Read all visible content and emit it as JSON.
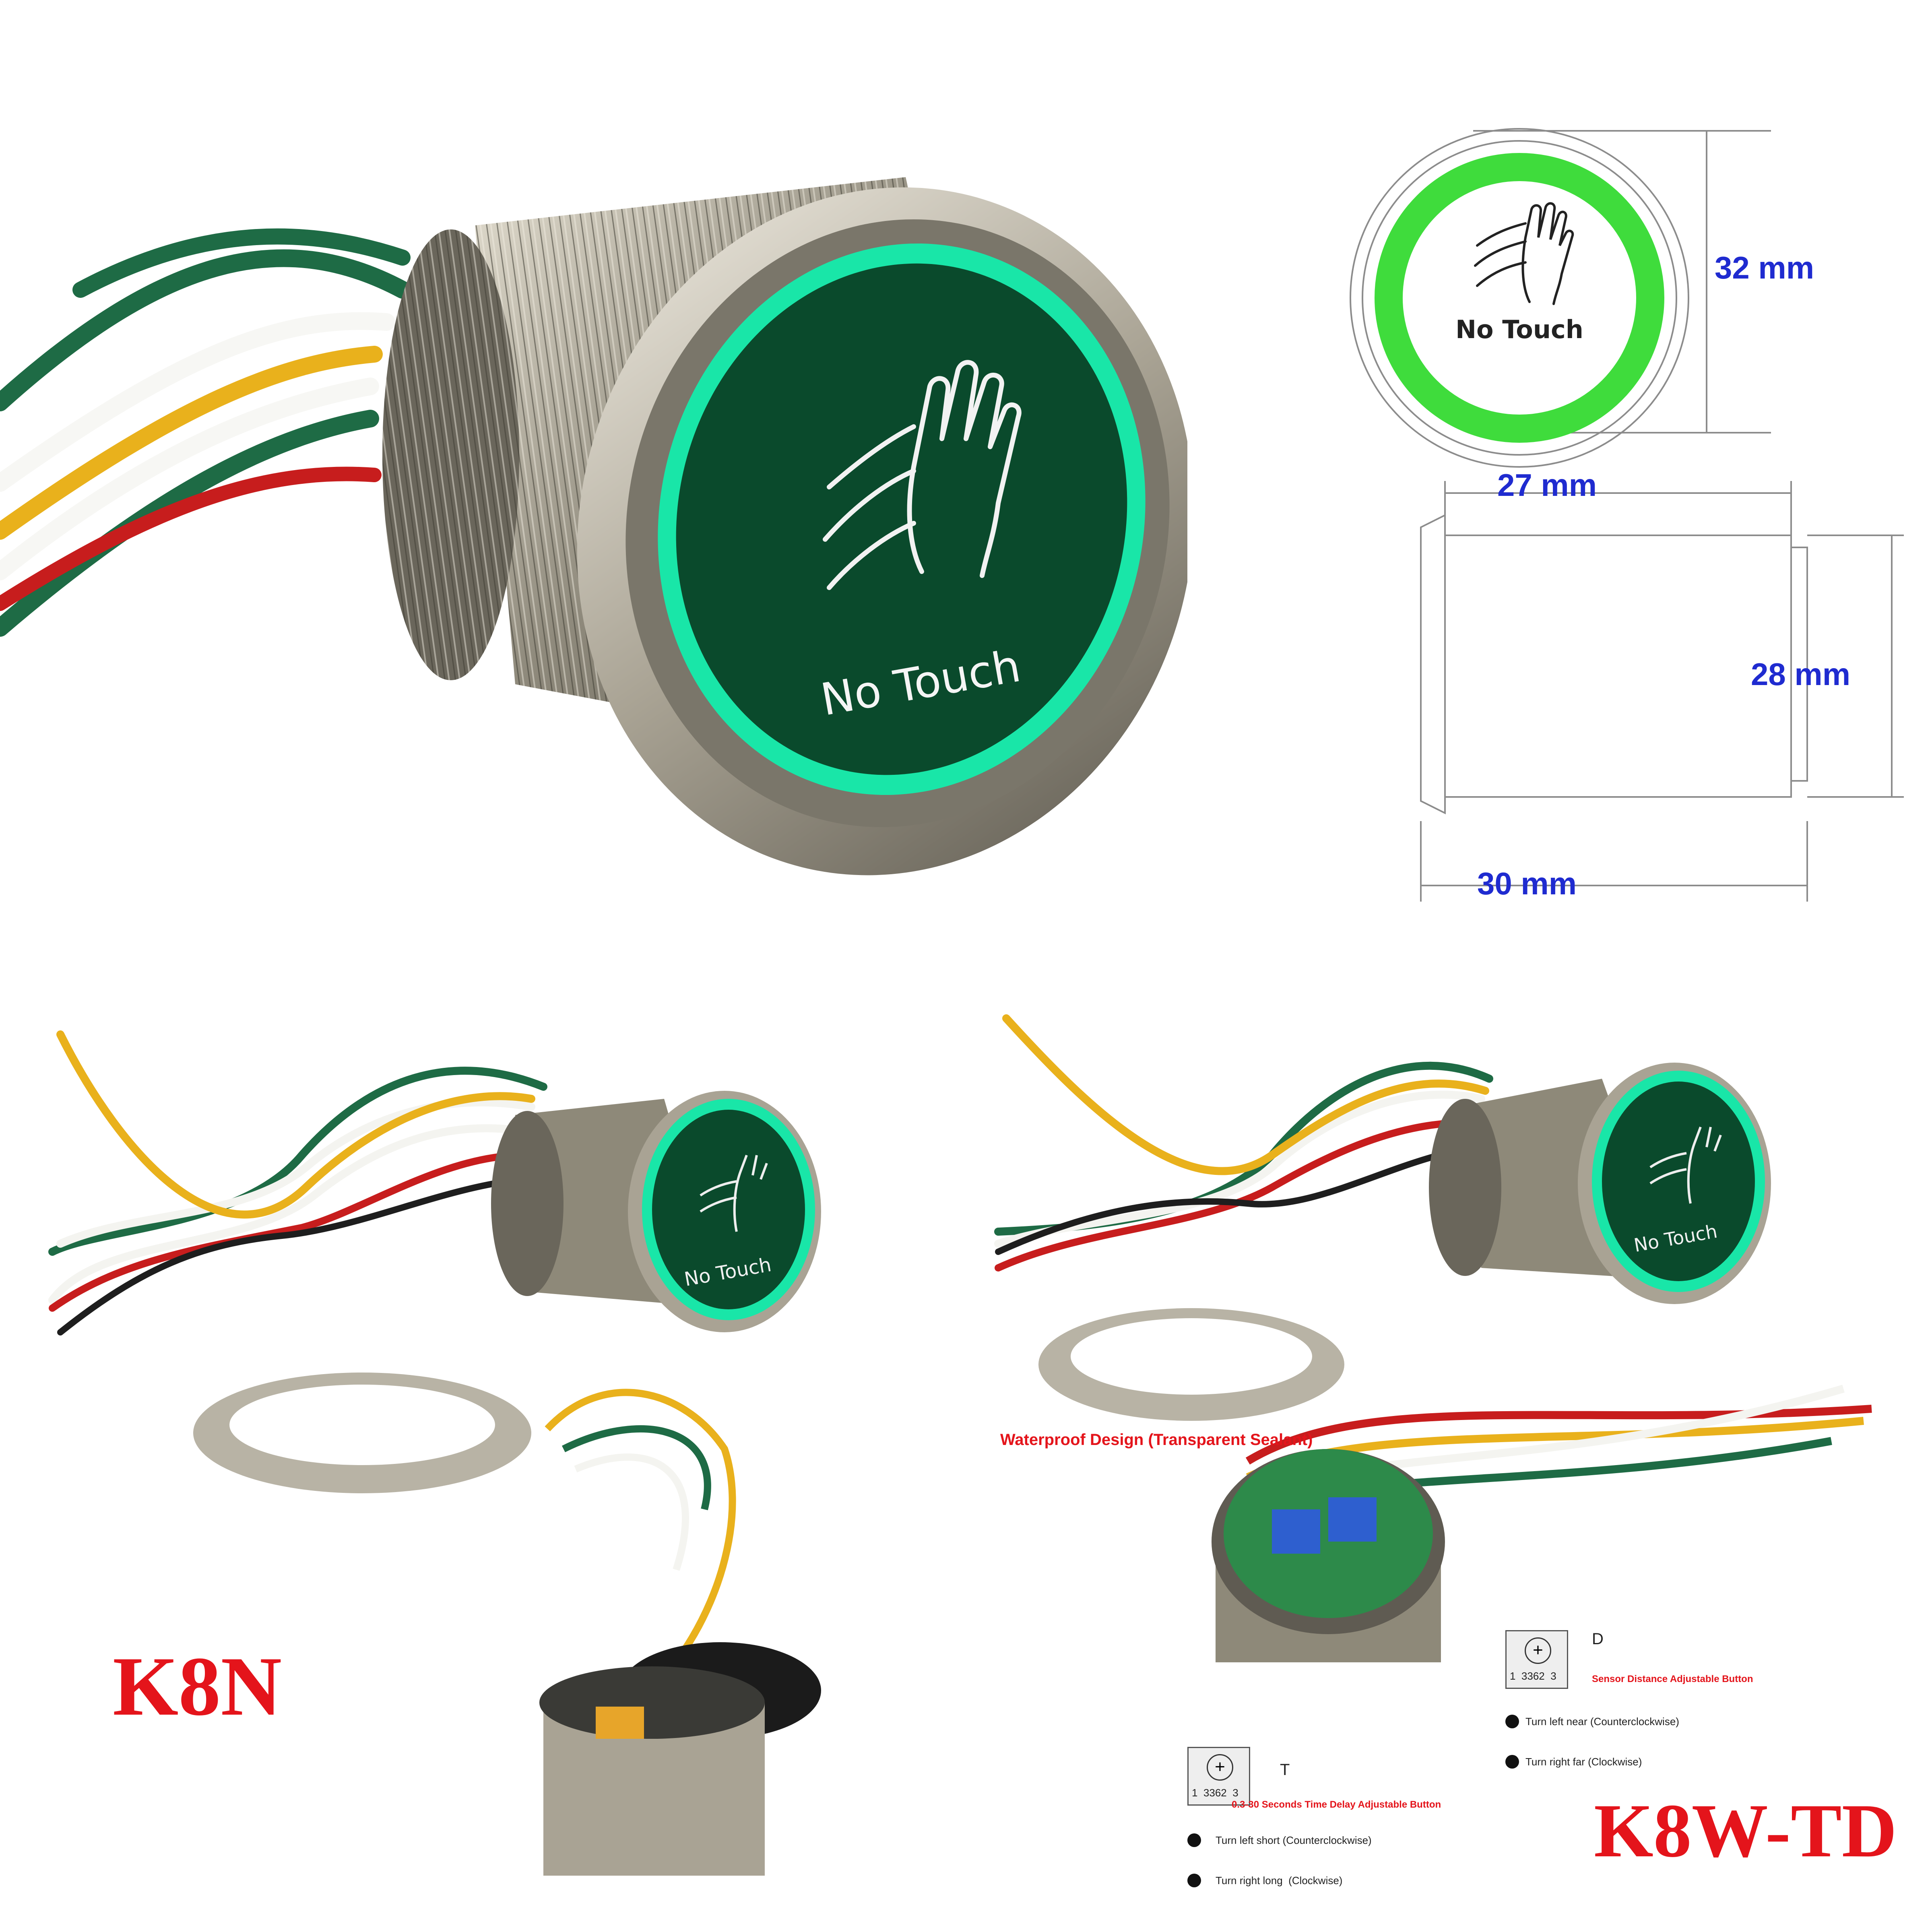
{
  "icons": [
    "hand-wave-icon",
    "rotate-left-icon",
    "rotate-right-icon",
    "cross-adjust-icon"
  ],
  "colors": {
    "led_ring": "#19e6a8",
    "led_ring_drawing": "#3fdc3c",
    "dimension_text": "#1f2bd0",
    "model_text": "#e4141b",
    "steel": "#b9b3a2"
  },
  "main_button": {
    "label": "No Touch"
  },
  "drawing": {
    "front_label": "No Touch",
    "dim_diameter": "32 mm",
    "dim_body_length": "27 mm",
    "dim_height": "28 mm",
    "dim_total_length": "30 mm"
  },
  "k8n": {
    "button_label": "No Touch",
    "model": "K8N"
  },
  "k8w": {
    "button_label": "No Touch",
    "model": "K8W-TD",
    "waterproof_note": "Waterproof Design (Transparent Sealant)",
    "pot_d": {
      "letter": "D",
      "pins": "1  3362  3",
      "title": "Sensor Distance Adjustable Button",
      "left": "Turn left near (Counterclockwise)",
      "right": "Turn right far (Clockwise)"
    },
    "pot_t": {
      "letter": "T",
      "pins": "1  3362  3",
      "title": "0.3-30 Seconds Time Delay Adjustable Button",
      "left": "Turn left short (Counterclockwise)",
      "right": "Turn right long  (Clockwise)"
    }
  }
}
